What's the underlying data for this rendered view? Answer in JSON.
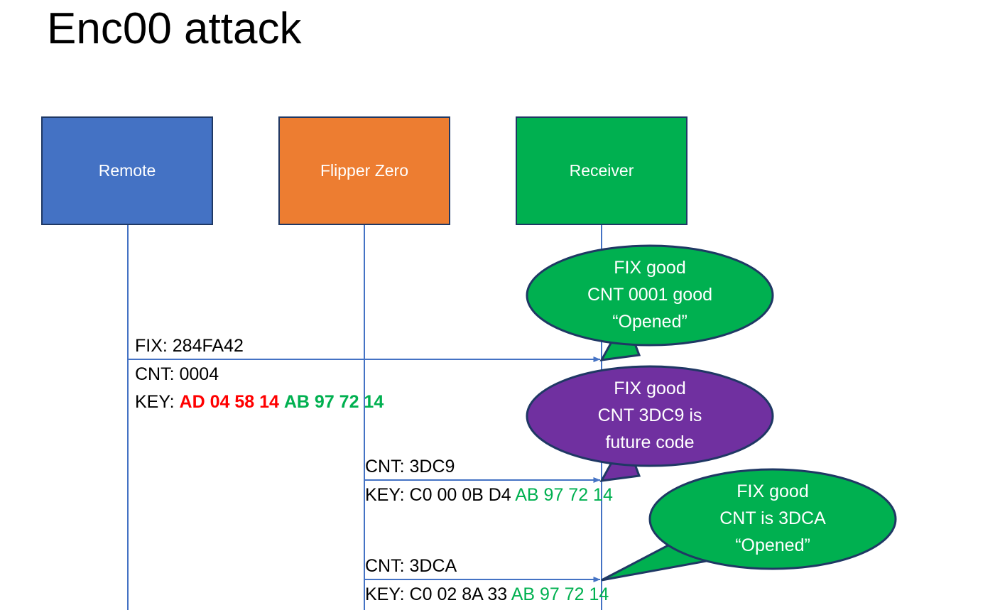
{
  "slide": {
    "title": "Enc00 attack",
    "background": "#FFFFFF"
  },
  "colors": {
    "remote_blue": "#4472C4",
    "flipper_orange": "#ED7D31",
    "receiver_green": "#00B050",
    "bubble_purple": "#7030A0",
    "box_outline": "#1F3864",
    "lifeline_blue": "#4472C4",
    "key_red": "#FF0000",
    "key_green": "#00B050",
    "text_black": "#000000"
  },
  "actors": [
    {
      "id": "remote",
      "label": "Remote",
      "fill": "#4472C4"
    },
    {
      "id": "flipper",
      "label": "Flipper Zero",
      "fill": "#ED7D31"
    },
    {
      "id": "receiver",
      "label": "Receiver",
      "fill": "#00B050"
    }
  ],
  "messages": [
    {
      "id": "msg-1",
      "from": "remote",
      "to": "receiver",
      "line1": "FIX: 284FA42",
      "line2": "CNT: 0004",
      "key_label": "KEY: ",
      "key_red": "AD 04 58 14",
      "key_green": "AB 97 72 14"
    },
    {
      "id": "msg-2",
      "from": "flipper",
      "to": "receiver",
      "line1": "CNT: 3DC9",
      "key_label": "KEY: C0 00 0B D4 ",
      "key_green": "AB 97 72 14"
    },
    {
      "id": "msg-3",
      "from": "flipper",
      "to": "receiver",
      "line1": "CNT: 3DCA",
      "key_label": "KEY: C0 02 8A 33 ",
      "key_green": "AB 97 72 14"
    }
  ],
  "bubbles": [
    {
      "id": "bubble-1",
      "fill": "#00B050",
      "lines": [
        "FIX good",
        "CNT 0001 good",
        "“Opened”"
      ]
    },
    {
      "id": "bubble-2",
      "fill": "#7030A0",
      "lines": [
        "FIX good",
        "CNT 3DC9 is",
        "future code"
      ]
    },
    {
      "id": "bubble-3",
      "fill": "#00B050",
      "lines": [
        "FIX good",
        "CNT is 3DCA",
        "“Opened”"
      ]
    }
  ]
}
